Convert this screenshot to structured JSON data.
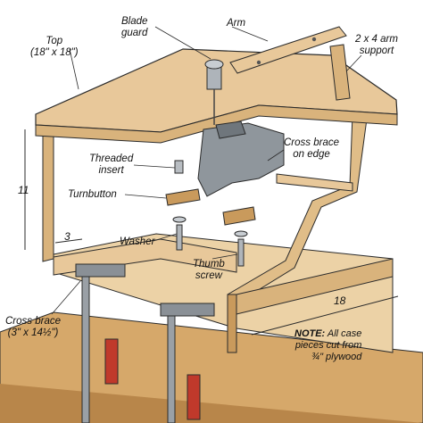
{
  "labels": {
    "blade_guard": "Blade\nguard",
    "arm": "Arm",
    "top": "Top\n(18\" x 18\")",
    "arm_support": "2 x 4 arm\nsupport",
    "threaded_insert": "Threaded\ninsert",
    "cross_brace_edge": "Cross brace\non edge",
    "turnbutton": "Turnbutton",
    "washer": "Washer",
    "thumb_screw": "Thumb\nscrew",
    "cross_brace_bottom": "Cross brace\n(3\" x 14½\")"
  },
  "dimensions": {
    "height": "11",
    "depth": "3",
    "width": "18"
  },
  "note": {
    "bold": "NOTE:",
    "text_1": " All case",
    "text_2": "pieces cut from",
    "text_3": "¾\" plywood"
  },
  "colors": {
    "plywood_face": "#e8c89a",
    "plywood_edge": "#d9b37c",
    "plywood_dark": "#c99a5c",
    "metal": "#9aa0a6",
    "clamp_red": "#c0392b",
    "line": "#2b2b2b"
  }
}
